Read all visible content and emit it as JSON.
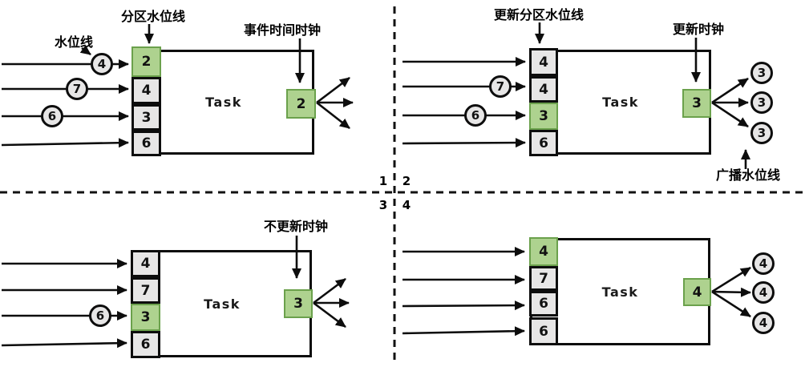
{
  "task_label": "Task",
  "colors": {
    "line": "#0d0d0d",
    "slot_fill": "#e7e6e6",
    "highlight_fill": "#aed28f",
    "highlight_border": "#6ba14c",
    "background": "#ffffff"
  },
  "quadrant_markers": [
    "1",
    "2",
    "3",
    "4"
  ],
  "q1": {
    "annotations": {
      "watermark": "水位线",
      "partition_watermark": "分区水位线",
      "event_time_clock": "事件时间时钟"
    },
    "input_circles": [
      "4",
      "7",
      "6"
    ],
    "slots": [
      {
        "value": "2",
        "highlight": true
      },
      {
        "value": "4",
        "highlight": false
      },
      {
        "value": "3",
        "highlight": false
      },
      {
        "value": "6",
        "highlight": false
      }
    ],
    "output_clock": "2"
  },
  "q2": {
    "annotations": {
      "update_partition_watermark": "更新分区水位线",
      "update_clock": "更新时钟",
      "broadcast_watermark": "广播水位线"
    },
    "input_circles": [
      "7",
      "6"
    ],
    "slots": [
      {
        "value": "4",
        "highlight": false
      },
      {
        "value": "4",
        "highlight": false
      },
      {
        "value": "3",
        "highlight": true
      },
      {
        "value": "6",
        "highlight": false
      }
    ],
    "output_clock": "3",
    "broadcast_circles": [
      "3",
      "3",
      "3"
    ]
  },
  "q3": {
    "annotations": {
      "no_update_clock": "不更新时钟"
    },
    "input_circles": [
      "6"
    ],
    "slots": [
      {
        "value": "4",
        "highlight": false
      },
      {
        "value": "7",
        "highlight": false
      },
      {
        "value": "3",
        "highlight": true
      },
      {
        "value": "6",
        "highlight": false
      }
    ],
    "output_clock": "3"
  },
  "q4": {
    "slots": [
      {
        "value": "4",
        "highlight": true
      },
      {
        "value": "7",
        "highlight": false
      },
      {
        "value": "6",
        "highlight": false
      },
      {
        "value": "6",
        "highlight": false
      }
    ],
    "output_clock": "4",
    "broadcast_circles": [
      "4",
      "4",
      "4"
    ]
  }
}
